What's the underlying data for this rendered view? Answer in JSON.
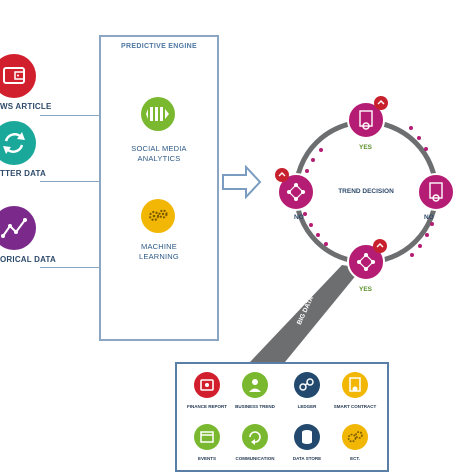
{
  "sources": [
    {
      "label": "WS ARTICLE",
      "icon": "wallet-icon",
      "color": "#d11f2e"
    },
    {
      "label": "TTER DATA",
      "icon": "refresh-icon",
      "color": "#1aa89a"
    },
    {
      "label": "ORICAL DATA",
      "icon": "line-graph-icon",
      "color": "#7b2a8c"
    }
  ],
  "engine": {
    "title": "PREDICTIVE ENGINE",
    "items": [
      {
        "label_line1": "SOCIAL MEDIA",
        "label_line2": "ANALYTICS",
        "icon": "analytics-icon",
        "color": "#7ab82f"
      },
      {
        "label_line1": "MACHINE",
        "label_line2": "LEARNING",
        "icon": "gears-icon",
        "color": "#f2b705"
      }
    ]
  },
  "decision": {
    "center_label": "TREND DECISION",
    "nodes": [
      {
        "position": "top",
        "label": "YES"
      },
      {
        "position": "left",
        "label": "NO"
      },
      {
        "position": "right",
        "label": "NO"
      },
      {
        "position": "bottom",
        "label": "YES"
      }
    ],
    "node_color": "#b51d74",
    "badge_color": "#c8212e"
  },
  "big_data": {
    "label": "BIG DATA",
    "cells": [
      {
        "label": "FINANCE REPORT",
        "icon": "finance-icon",
        "color": "#d11f2e"
      },
      {
        "label": "BUSINESS TREND",
        "icon": "person-icon",
        "color": "#7ab82f"
      },
      {
        "label": "LEDGER",
        "icon": "ledger-icon",
        "color": "#234a6e"
      },
      {
        "label": "SMART CONTRACT",
        "icon": "contract-icon",
        "color": "#f2b705"
      },
      {
        "label": "EVENTS",
        "icon": "events-icon",
        "color": "#7ab82f"
      },
      {
        "label": "COMMUNICATION",
        "icon": "communication-icon",
        "color": "#7ab82f"
      },
      {
        "label": "DATA STORE",
        "icon": "database-icon",
        "color": "#234a6e"
      },
      {
        "label": "ECT.",
        "icon": "etc-gears-icon",
        "color": "#f2b705"
      }
    ]
  }
}
